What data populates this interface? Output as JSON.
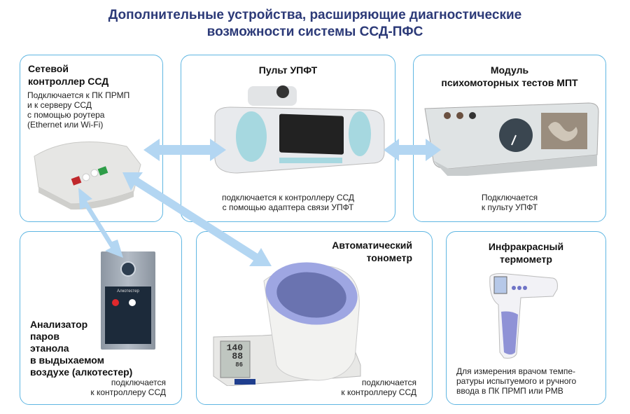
{
  "title_line1": "Дополнительные устройства, расширяющие диагностические",
  "title_line2": "возможности системы ССД-ПФС",
  "controller": {
    "title_line1": "Сетевой",
    "title_line2": "контроллер ССД",
    "desc": [
      "Подключается к ПК ПРМП",
      "и к серверу ССД",
      "с помощью роутера",
      "(Ethernet или Wi-Fi)"
    ]
  },
  "upft": {
    "title": "Пульт УПФТ",
    "desc": [
      "подключается к контроллеру ССД",
      "с помощью адаптера связи УПФТ"
    ]
  },
  "mpt": {
    "title_line1": "Модуль",
    "title_line2": "психомоторных тестов МПТ",
    "desc": [
      "Подключается",
      "к пульту УПФТ"
    ]
  },
  "alco": {
    "title": [
      "Анализатор",
      "паров",
      "этанола",
      "в выдыхаемом",
      "воздухе (алкотестер)"
    ],
    "desc": [
      "подключается",
      "к контроллеру ССД"
    ],
    "device_label": "Алкотестер"
  },
  "tono": {
    "title_line1": "Автоматический",
    "title_line2": "тонометр",
    "desc": [
      "подключается",
      "к контроллеру ССД"
    ],
    "display": [
      "140",
      "88",
      "86"
    ]
  },
  "thermo": {
    "title_line1": "Инфракрасный",
    "title_line2": "термометр",
    "desc": [
      "Для измерения врачом темпе-",
      "ратуры испытуемого и ручного",
      "ввода  в ПК ПРМП или РМВ"
    ]
  },
  "colors": {
    "title": "#2c3a78",
    "border": "#5fb6e2",
    "arrow": "#b3d6f2"
  }
}
